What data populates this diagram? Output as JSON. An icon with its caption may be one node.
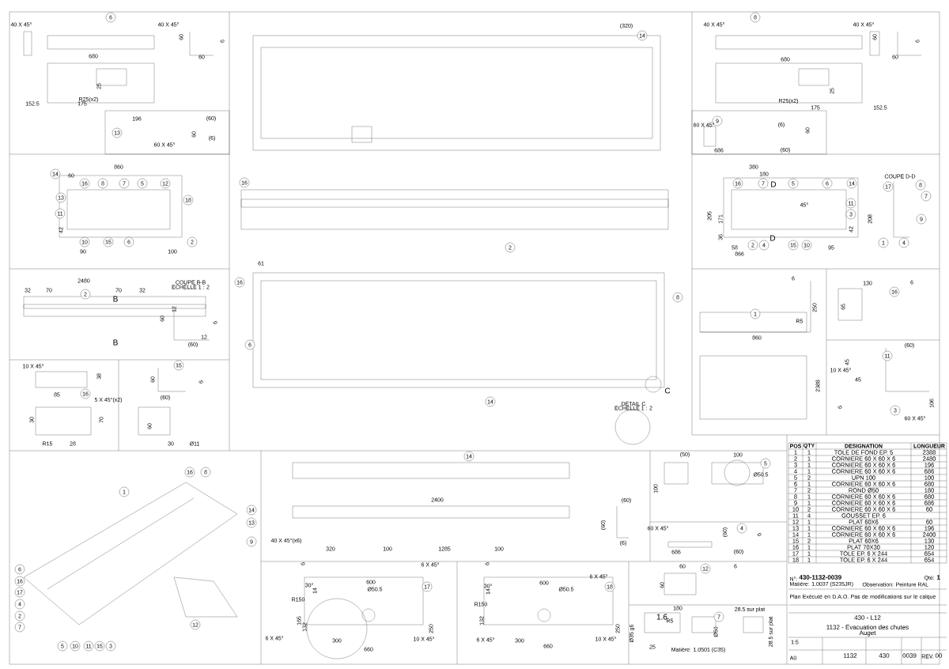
{
  "diagram": {
    "labels": [
      "40 X 45°",
      "6",
      "40 X 45°",
      "60",
      "6",
      "680",
      "60",
      "25",
      "R25(x2)",
      "152.5",
      "175",
      "196",
      "13",
      "(60)",
      "60",
      "(6)",
      "60 X 45°",
      "(320)",
      "14",
      "8",
      "40 X 45°",
      "40 X 45°",
      "60",
      "6",
      "60",
      "680",
      "25",
      "R25(x2)",
      "175",
      "152.5",
      "9",
      "60 X 45°",
      "(6)",
      "60",
      "686",
      "(60)",
      "860",
      "14",
      "60",
      "16",
      "8",
      "7",
      "5",
      "12",
      "13",
      "18",
      "11",
      "42",
      "10",
      "15",
      "6",
      "2",
      "90",
      "100",
      "16",
      "2",
      "380",
      "180",
      "16",
      "7",
      "D",
      "5",
      "6",
      "14",
      "COUPE D-D",
      "17",
      "8",
      "7",
      "45°",
      "11",
      "3",
      "205",
      "171",
      "208",
      "9",
      "42",
      "36",
      "D",
      "2",
      "4",
      "15",
      "10",
      "1",
      "4",
      "58",
      "95",
      "866",
      "2480",
      "32",
      "70",
      "70",
      "32",
      "2",
      "B",
      "COUPE B-B",
      "ECHELLE 1 : 2",
      "12",
      "60",
      "6",
      "12",
      "(60)",
      "B",
      "61",
      "16",
      "8",
      "6",
      "C",
      "14",
      "DÉTAIL C",
      "ECHELLE 1 : 2",
      "6",
      "250",
      "1",
      "R5",
      "860",
      "2388",
      "130",
      "6",
      "16",
      "65",
      "(60)",
      "11",
      "45",
      "10 X 45°",
      "45",
      "106",
      "6",
      "3",
      "60 X 45°",
      "10 X 45°",
      "15",
      "38",
      "60",
      "6",
      "85",
      "16",
      "(60)",
      "5 X 45°(x2)",
      "30",
      "70",
      "60",
      "R15",
      "28",
      "30",
      "Ø11",
      "16",
      "8",
      "1",
      "14",
      "13",
      "9",
      "6",
      "16",
      "17",
      "4",
      "2",
      "7",
      "12",
      "5",
      "10",
      "11",
      "15",
      "3",
      "14",
      "2400",
      "(60)",
      "(60)",
      "40 X 45°(x6)",
      "320",
      "100",
      "1285",
      "100",
      "(6)",
      "(50)",
      "100",
      "5",
      "Ø50.5",
      "100",
      "60 X 45°",
      "(60)",
      "4",
      "6",
      "686",
      "(60)",
      "6",
      "6 X 45°",
      "600",
      "30°",
      "14",
      "Ø50.5",
      "17",
      "R150",
      "165",
      "132",
      "250",
      "6 X 45°",
      "300",
      "10 X 45°",
      "660",
      "6",
      "6 X 45°",
      "600",
      "30°",
      "14",
      "Ø50.5",
      "18",
      "R150",
      "132",
      "250",
      "6 X 45°",
      "300",
      "10 X 45°",
      "660",
      "60",
      "12",
      "6",
      "60",
      "180",
      "28.5 sur plat",
      "1.6",
      "R5",
      "7",
      "Ø35 g6",
      "Ø50",
      "28.5 sur plat",
      "25",
      "Matière: 1.0501 (C35)",
      "POS",
      "QTY",
      "DESIGNATION",
      "LONGUEUR",
      "1",
      "1",
      "TOLE DE FOND EP. 5",
      "2388",
      "2",
      "1",
      "CORNIERE 60 X 60 X 6",
      "2480",
      "3",
      "1",
      "CORNIERE 60 X 60 X 6",
      "196",
      "4",
      "1",
      "CORNIERE 60 X 60 X 6",
      "686",
      "5",
      "2",
      "UPN 100",
      "100",
      "6",
      "1",
      "CORNIERE 60 X 60 X 6",
      "680",
      "7",
      "2",
      "ROND Ø50",
      "180",
      "8",
      "1",
      "CORNIERE 60 X 60 X 6",
      "680",
      "9",
      "1",
      "CORNIERE 60 X 60 X 6",
      "686",
      "10",
      "2",
      "CORNIERE 60 X 60 X 6",
      "60",
      "11",
      "4",
      "GOUSSET EP. 6",
      "12",
      "1",
      "PLAT 60X6",
      "60",
      "13",
      "1",
      "CORNIERE 60 X 60 X 6",
      "196",
      "14",
      "1",
      "CORNIERE 60 X 60 X 6",
      "2400",
      "15",
      "2",
      "PLAT 60X6",
      "130",
      "16",
      "1",
      "PLAT 70X30",
      "120",
      "17",
      "1",
      "TOLE EP. 6 X 244",
      "654",
      "18",
      "1",
      "TOLE EP. 6 X 244",
      "654",
      "N°:",
      "430-1132-0039",
      "Matière: 1.0037 (S235JR)",
      "Observation: Peinture RAL",
      "Qté:",
      "1",
      "Plan Exécuté en D.A.O. Pas de modifications sur le calque",
      "430 - L12",
      "1132 - Evacuation des chutes",
      "Auget",
      "1:5",
      "A0",
      "1132",
      "430",
      "0039",
      "REV.",
      "00"
    ]
  }
}
